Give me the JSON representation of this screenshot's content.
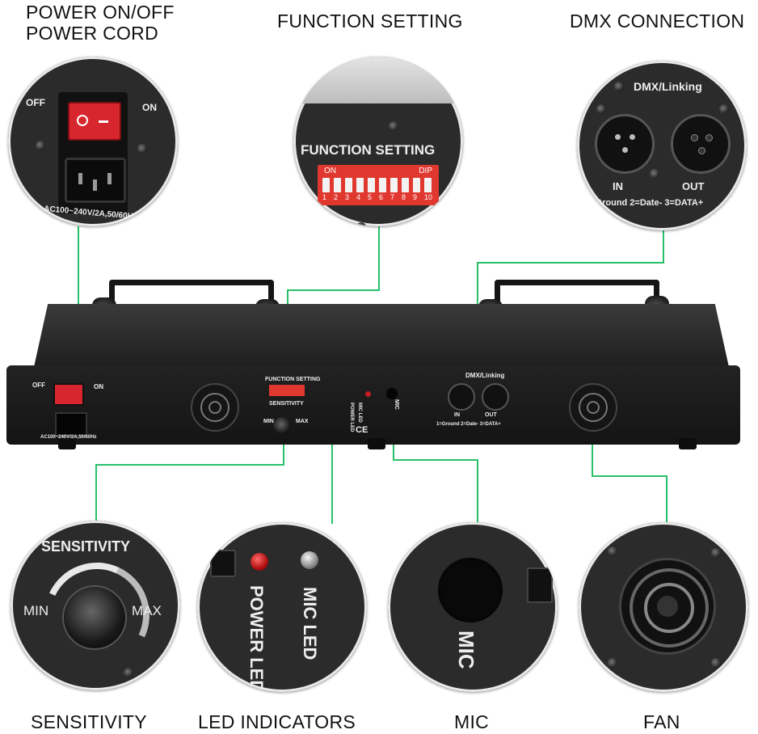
{
  "callouts": {
    "power_line1": "POWER ON/OFF",
    "power_line2": "POWER CORD",
    "function": "FUNCTION SETTING",
    "dmx": "DMX CONNECTION",
    "sensitivity": "SENSITIVITY",
    "led": "LED INDICATORS",
    "mic": "MIC",
    "fan": "FAN"
  },
  "power_panel": {
    "off": "OFF",
    "on": "ON",
    "rating": "AC100~240V/2A,50/60Hz"
  },
  "function_panel": {
    "title": "FUNCTION SETTING",
    "on": "ON",
    "dip": "DIP",
    "switch_numbers": [
      "1",
      "2",
      "3",
      "4",
      "5",
      "6",
      "7",
      "8",
      "9",
      "10"
    ]
  },
  "dmx_panel": {
    "title": "DMX/Linking",
    "in": "IN",
    "out": "OUT",
    "pinout": "1=Ground 2=Date- 3=DATA+"
  },
  "sensitivity_panel": {
    "title": "SENSITIVITY",
    "min": "MIN",
    "max": "MAX"
  },
  "led_panel": {
    "power": "POWER LED",
    "mic": "MIC LED"
  },
  "mic_panel": {
    "label": "MIC"
  },
  "device": {
    "ce_mark": "CE"
  },
  "colors": {
    "wire": "#27c06a",
    "body": "#1c1c1c",
    "rocker": "#d8262e",
    "dip": "#e0382f"
  }
}
